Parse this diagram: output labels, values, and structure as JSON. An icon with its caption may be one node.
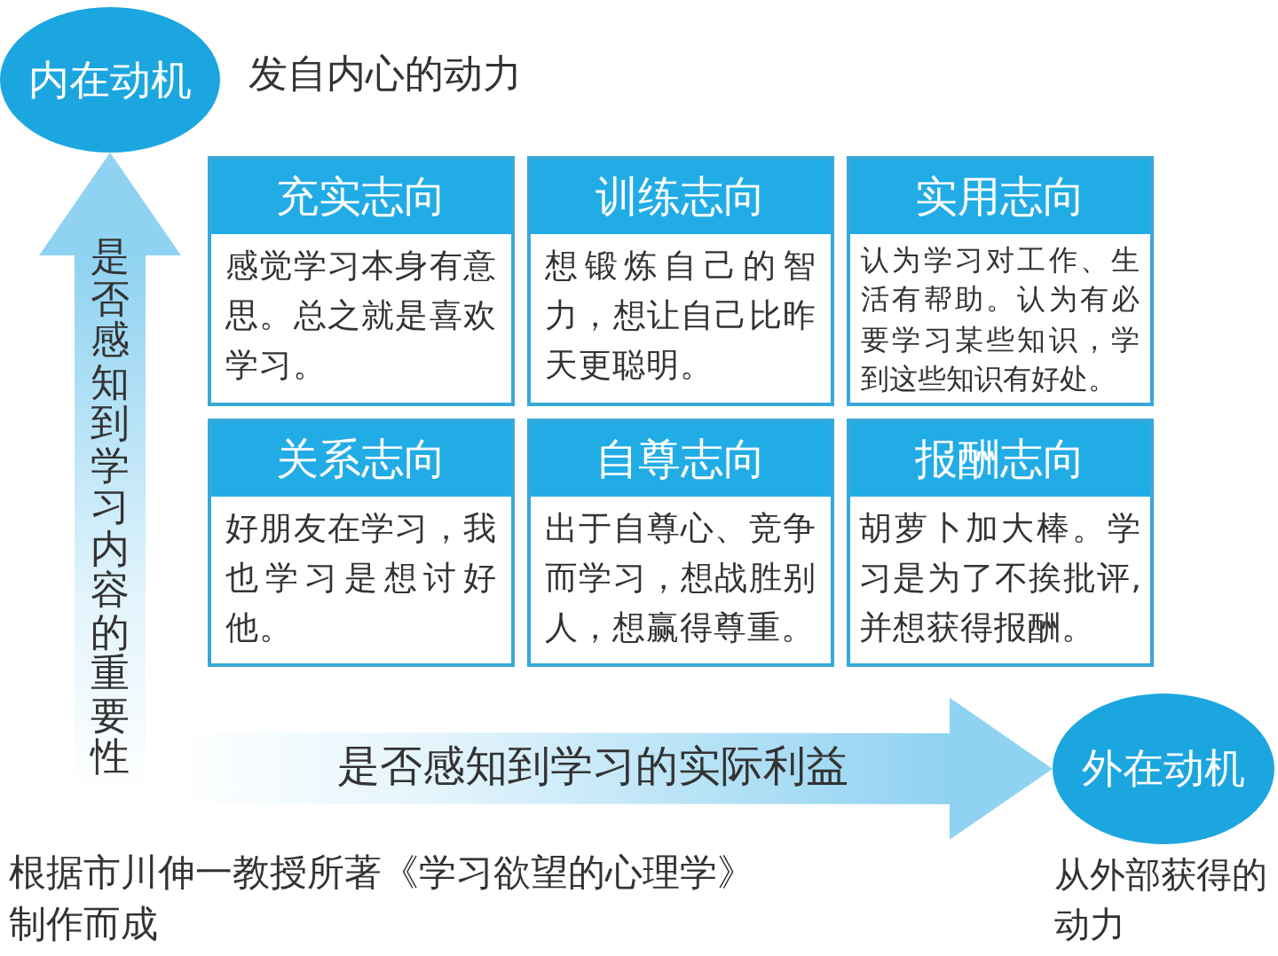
{
  "diagram": {
    "caption": "根据市川伸一教授所著《学习欲望的心理学》制作而成",
    "nodes": [
      {
        "text": [
          "内在动机"
        ],
        "beside": [
          "发自内心的动力"
        ]
      },
      {
        "text": [
          "充实志向",
          "感觉学习本身有意思。总之就是喜欢学习。"
        ]
      },
      {
        "text": [
          "训练志向",
          "想锻炼自己的智力，想让自己比昨天更聪明。"
        ]
      },
      {
        "text": [
          "实用志向",
          "认为学习对工作、生活有帮助。认为有必要学习某些知识，学到这些知识有好处。"
        ]
      },
      {
        "text": [
          "关系志向",
          "好朋友在学习，我也学习是想讨好他。"
        ]
      },
      {
        "text": [
          "自尊志向",
          "出于自尊心、竞争而学习，想战胜别人，想赢得尊重。"
        ]
      },
      {
        "text": [
          "报酬志向",
          "胡萝卜加大棒。学习是为了不挨批评,并想获得报酬。"
        ]
      },
      {
        "text": [
          "外在动机"
        ],
        "beside": [
          "从外部获得的动力"
        ]
      }
    ],
    "edges": [
      {
        "from": null,
        "to": 0,
        "arrow": "to",
        "label": "是否感知到学习内容的重要性"
      },
      {
        "from": null,
        "to": 7,
        "arrow": "to",
        "label": "是否感知到学习的实际利益"
      }
    ]
  }
}
